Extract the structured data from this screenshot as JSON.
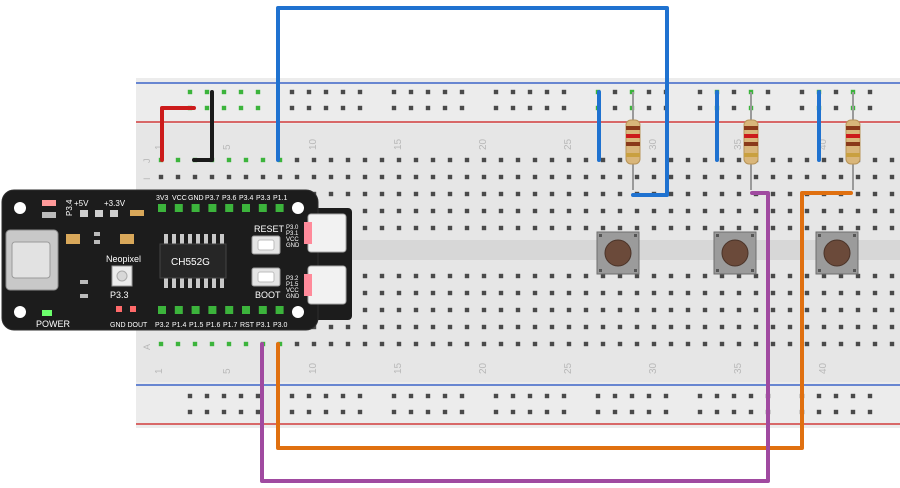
{
  "breadboard": {
    "column_numbers": [
      "1",
      "5",
      "10",
      "15",
      "20",
      "25",
      "30",
      "35",
      "40"
    ],
    "row_letters_top": [
      "J",
      "I"
    ],
    "row_letters_bottom": [
      "A"
    ]
  },
  "board": {
    "chip_label": "CH552G",
    "header_top_labels": [
      "3V3",
      "VCC",
      "GND",
      "P3.7",
      "P3.6",
      "P3.4",
      "P3.3",
      "P1.1"
    ],
    "header_bottom_labels": [
      "P3.2",
      "P1.4",
      "P1.5",
      "P1.6",
      "P1.7",
      "RST",
      "P3.1",
      "P3.0"
    ],
    "label_p34": "P3.4",
    "label_5v": "+5V",
    "label_33v": "+3.3V",
    "label_neopixel": "Neopixel",
    "label_p33": "P3.3",
    "label_power": "POWER",
    "label_gnd_dout": "GND DOUT",
    "label_reset": "RESET",
    "label_boot": "BOOT",
    "conn_top_labels": [
      "P3.0",
      "P3.1",
      "VCC",
      "GND"
    ],
    "conn_bottom_labels": [
      "P3.2",
      "P1.5",
      "VCC",
      "GND"
    ]
  },
  "colors": {
    "wire_red": "#cc1b1b",
    "wire_black": "#1a1a1a",
    "wire_blue": "#1f72d0",
    "wire_orange": "#e07010",
    "wire_purple": "#a04aa0",
    "pcb": "#1c1c1c",
    "breadboard": "#e6e6e6",
    "rail_red": "#d23c3c",
    "rail_blue": "#3c64c8",
    "hole_active": "#3cb43c"
  }
}
